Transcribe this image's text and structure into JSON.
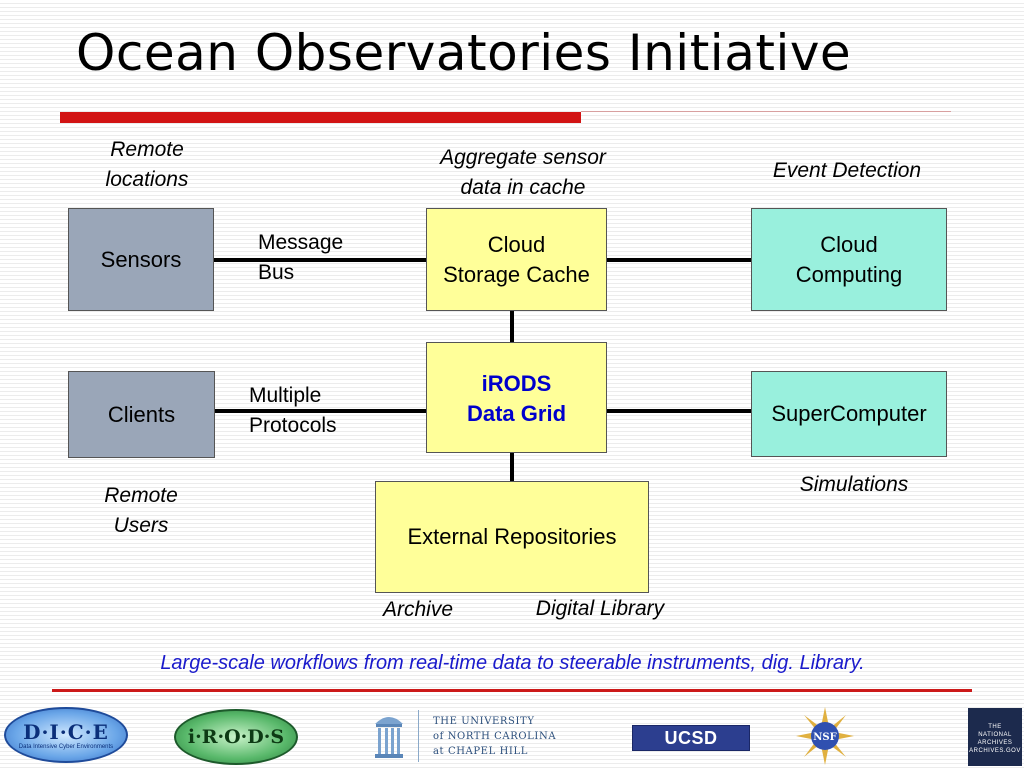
{
  "title": "Ocean Observatories Initiative",
  "labels": {
    "remote_locations": [
      "Remote",
      "locations"
    ],
    "aggregate": [
      "Aggregate sensor",
      "data in cache"
    ],
    "event_detection": "Event Detection",
    "message_bus": [
      "Message",
      "Bus"
    ],
    "multiple_protocols": [
      "Multiple",
      "Protocols"
    ],
    "remote_users": [
      "Remote",
      "Users"
    ],
    "simulations": "Simulations",
    "archive": "Archive",
    "digital_library": "Digital Library"
  },
  "nodes": {
    "sensors": "Sensors",
    "cloud_storage": [
      "Cloud",
      "Storage Cache"
    ],
    "cloud_computing": [
      "Cloud",
      "Computing"
    ],
    "clients": "Clients",
    "irods": [
      "iRODS",
      "Data Grid"
    ],
    "supercomputer": "SuperComputer",
    "external_repos": "External Repositories"
  },
  "footer_note": "Large-scale workflows from real-time data to steerable instruments, dig. Library.",
  "logos": {
    "dice": "D·I·C·E",
    "dice_sub": "Data Intensive Cyber Environments",
    "irods": "i·R·O·D·S",
    "unc": [
      "THE UNIVERSITY",
      "of NORTH CAROLINA",
      "at CHAPEL HILL"
    ],
    "ucsd": "UCSD",
    "nsf": "NSF",
    "archives": [
      "THE",
      "NATIONAL",
      "ARCHIVES",
      "ARCHIVES.GOV"
    ]
  },
  "colors": {
    "accent_red": "#d21414",
    "node_gray": "#9aa6b8",
    "node_yellow": "#ffff99",
    "node_cyan": "#99f0dd",
    "note_blue": "#1a1acc"
  }
}
